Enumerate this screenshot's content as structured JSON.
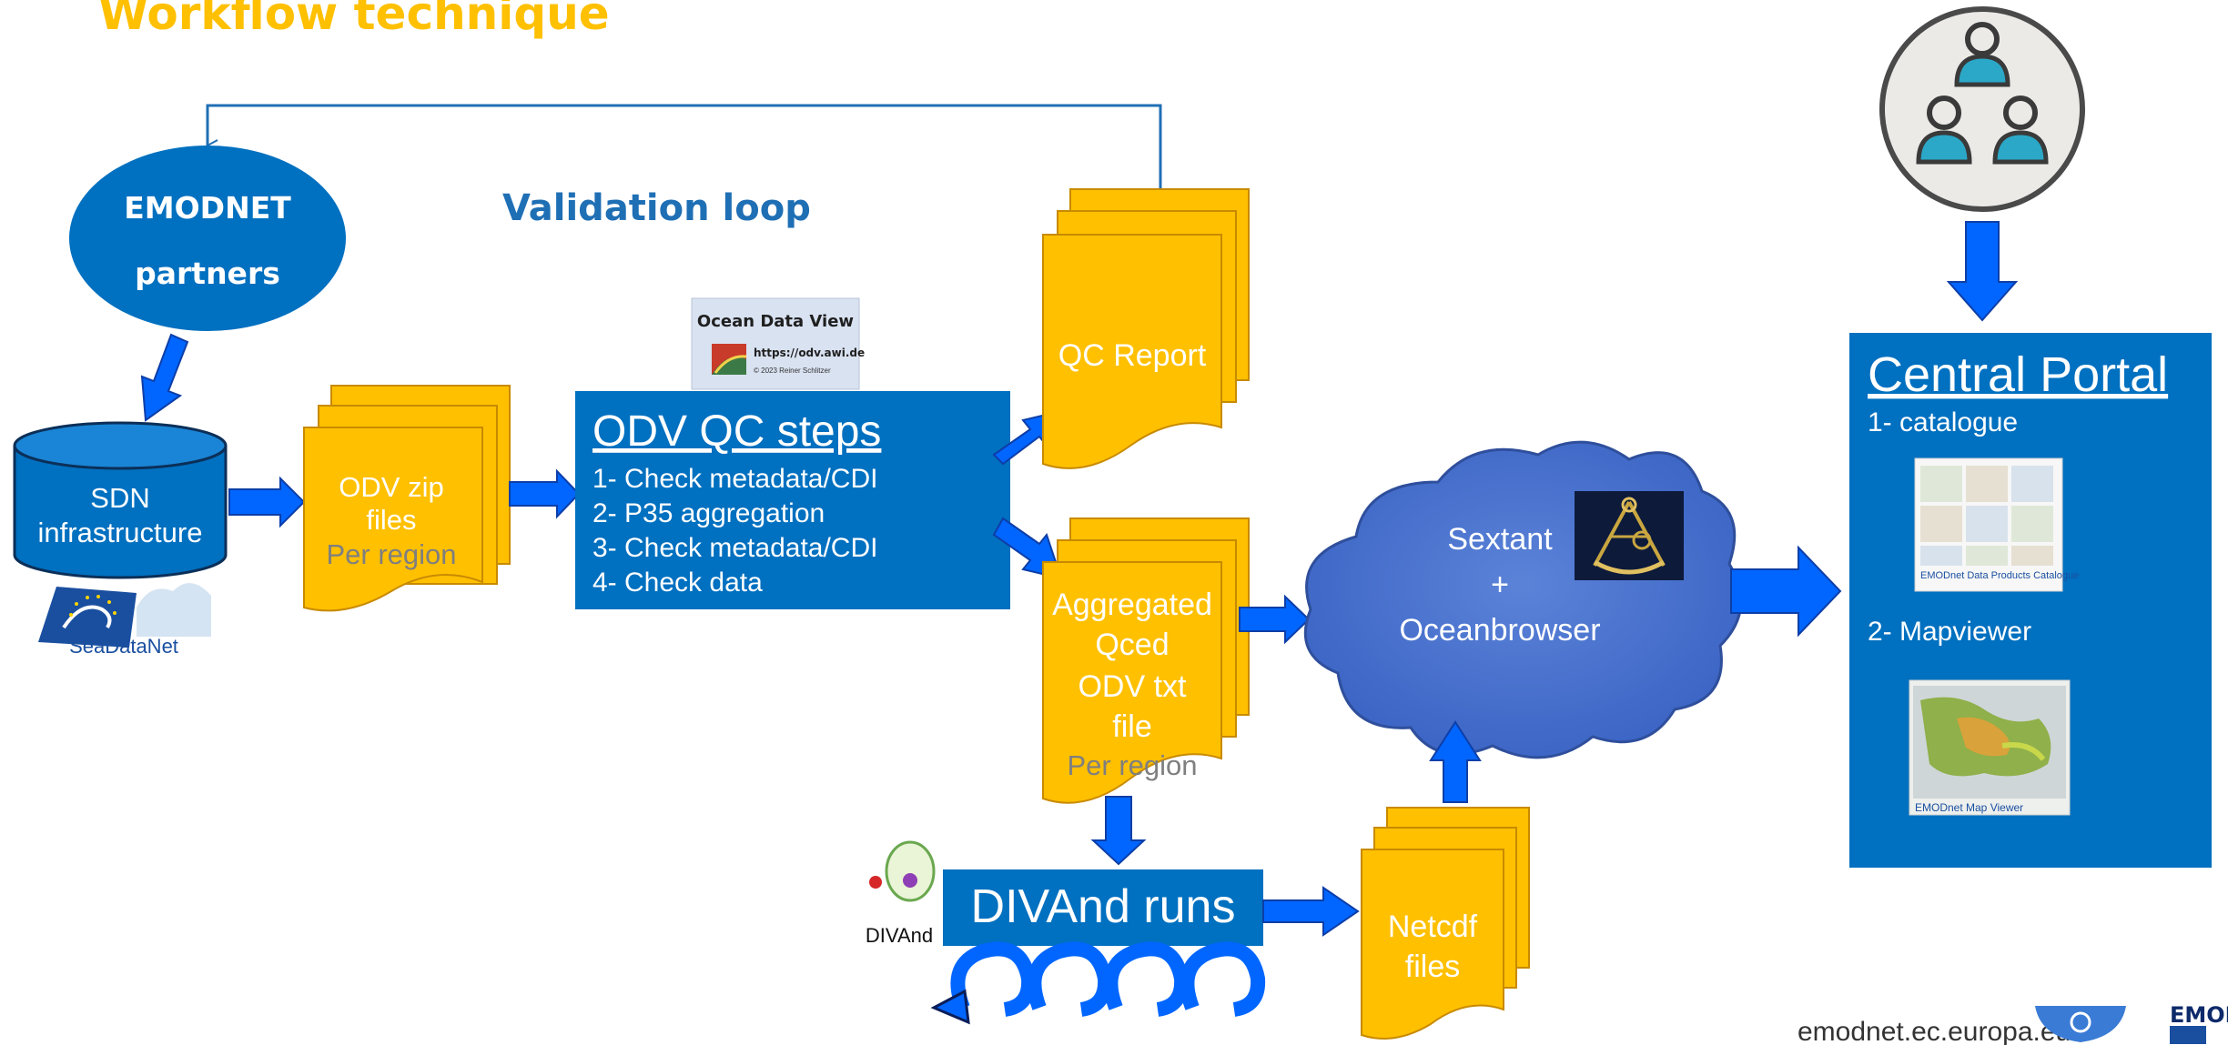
{
  "title": "Workflow technique",
  "partners": {
    "line1": "EMODNET",
    "line2": "partners"
  },
  "validation_loop": "Validation loop",
  "sdn": {
    "line1": "SDN",
    "line2": "infrastructure",
    "logo_text": "SeaDataNet"
  },
  "odv_zip": {
    "line1": "ODV zip",
    "line2": "files",
    "line3": "Per region"
  },
  "odv_badge": {
    "title": "Ocean Data View",
    "url": "https://odv.awi.de",
    "copyright": "© 2023 Reiner Schlitzer"
  },
  "odv_qc": {
    "title": "ODV QC steps",
    "steps": [
      "1- Check metadata/CDI",
      "2- P35 aggregation",
      "3- Check metadata/CDI",
      "4- Check data"
    ]
  },
  "qc_report": "QC Report",
  "aggregated": {
    "line1": "Aggregated",
    "line2": "Qced",
    "line3": "ODV txt",
    "line4": "file",
    "line5": "Per region"
  },
  "sextant": {
    "line1": "Sextant",
    "line2": "+",
    "line3": "Oceanbrowser"
  },
  "divand": {
    "title": "DIVAnd runs",
    "logo_text": "DIVAnd"
  },
  "netcdf": {
    "line1": "Netcdf",
    "line2": "files"
  },
  "portal": {
    "title": "Central Portal",
    "item1": "1- catalogue",
    "item2": "2- Mapviewer",
    "thumb1_caption": "EMODnet Data Products Catalogue",
    "thumb2_caption": "EMODnet Map Viewer"
  },
  "footer": {
    "url": "emodnet.ec.europa.eu",
    "logo_text": "EMOD"
  },
  "colors": {
    "orange": "#FFC000",
    "blue": "#0070C0",
    "arrow": "#0066FF",
    "title": "#FFC000",
    "loop": "#1F6FB5"
  }
}
